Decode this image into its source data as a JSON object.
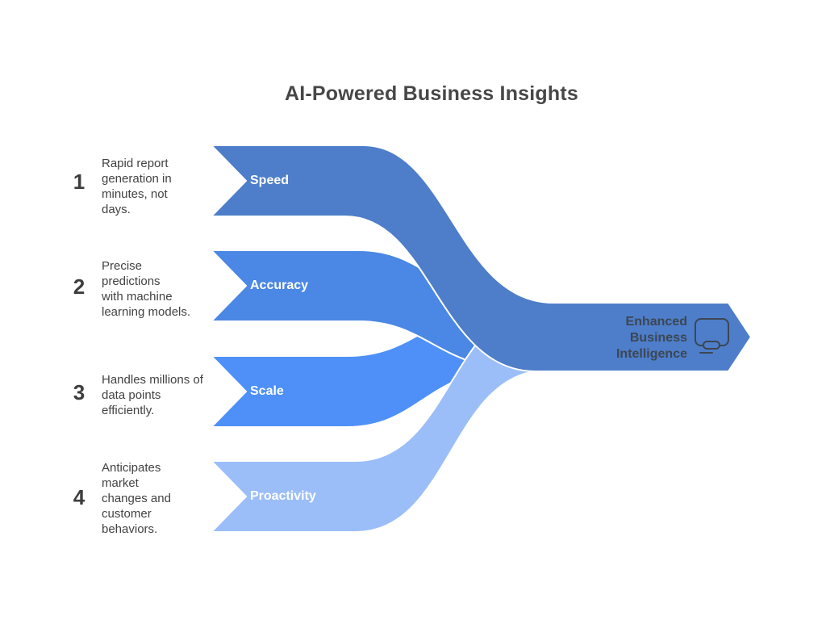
{
  "title": "AI-Powered Business Insights",
  "items": [
    {
      "number": "1",
      "description": "Rapid report\ngeneration in\nminutes, not\ndays.",
      "label": "Speed",
      "color": "#4E7EC9"
    },
    {
      "number": "2",
      "description": "Precise\npredictions\nwith machine\nlearning models.",
      "label": "Accuracy",
      "color": "#4B87E4"
    },
    {
      "number": "3",
      "description": "Handles millions of\ndata points\nefficiently.",
      "label": "Scale",
      "color": "#4E90F8"
    },
    {
      "number": "4",
      "description": "Anticipates\nmarket\nchanges and\ncustomer\nbehaviors.",
      "label": "Proactivity",
      "color": "#9BBEF8"
    }
  ],
  "result": {
    "label": "Enhanced\nBusiness\nIntelligence",
    "icon": "monitor-icon",
    "color": "#4E7EC9",
    "text_color": "#3C4654",
    "icon_color": "#3C4654"
  },
  "colors": {
    "background": "#FFFFFF",
    "title_text": "#474747",
    "number_text": "#3D3D3D",
    "description_text": "#424242",
    "band_label_text": "#FFFFFF",
    "ribbon_separator": "#FFFFFF"
  }
}
